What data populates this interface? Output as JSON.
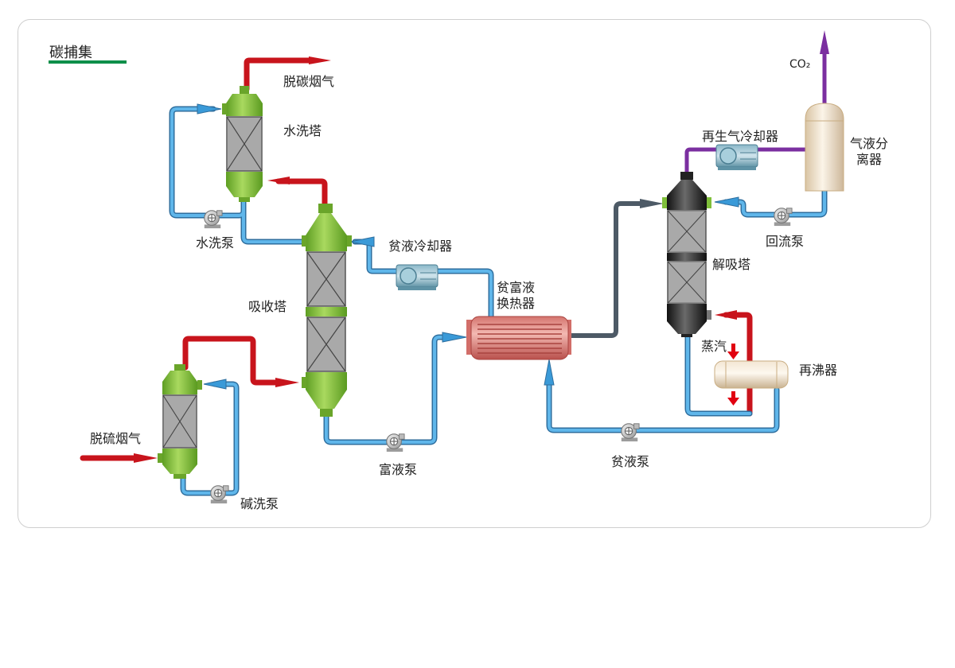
{
  "title": "碳捕集",
  "colors": {
    "accent": "#0e8f4a",
    "hot_pipe": "#c8141c",
    "liquid_pipe": "#3a9ad8",
    "gas_pipe": "#4d5a66",
    "co2_pipe": "#7b2fa0",
    "tower_green": "#7fbf3a",
    "stripper_dark": "#2a2a2a"
  },
  "labels": {
    "decarb_flue_gas": "脱碳烟气",
    "water_wash_tower": "水洗塔",
    "water_wash_pump": "水洗泵",
    "absorber": "吸收塔",
    "lean_cooler": "贫液冷却器",
    "heat_exchanger": [
      "贫富液",
      "换热器"
    ],
    "desulf_flue_gas": "脱硫烟气",
    "alkali_pump": "碱洗泵",
    "rich_pump": "富液泵",
    "lean_pump": "贫液泵",
    "regen_cooler": "再生气冷却器",
    "separator": [
      "气液分",
      "离器"
    ],
    "reflux_pump": "回流泵",
    "stripper": "解吸塔",
    "steam": "蒸汽",
    "reboiler": "再沸器",
    "co2": "CO₂"
  },
  "icons": [
    "pump-icon",
    "cooler-icon",
    "arrow-icon",
    "packing-icon"
  ]
}
